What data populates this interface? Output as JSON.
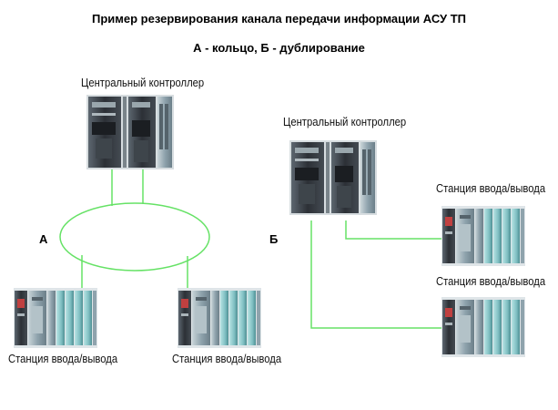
{
  "title": "Пример резервирования канала передачи информации АСУ ТП",
  "subtitle": "А - кольцо, Б - дублирование",
  "diagram_a": {
    "letter": "А",
    "controller_label": "Центральный контроллер",
    "station_left_label": "Станция ввода/вывода",
    "station_right_label": "Станция ввода/вывода"
  },
  "diagram_b": {
    "letter": "Б",
    "controller_label": "Центральный контроллер",
    "station_top_label": "Станция ввода/вывода",
    "station_bottom_label": "Станция ввода/вывода"
  },
  "colors": {
    "link": "#66e266",
    "device_dark": "#2c3036",
    "device_light": "#8fa3ad",
    "module_teal": "#7fbfc2"
  }
}
